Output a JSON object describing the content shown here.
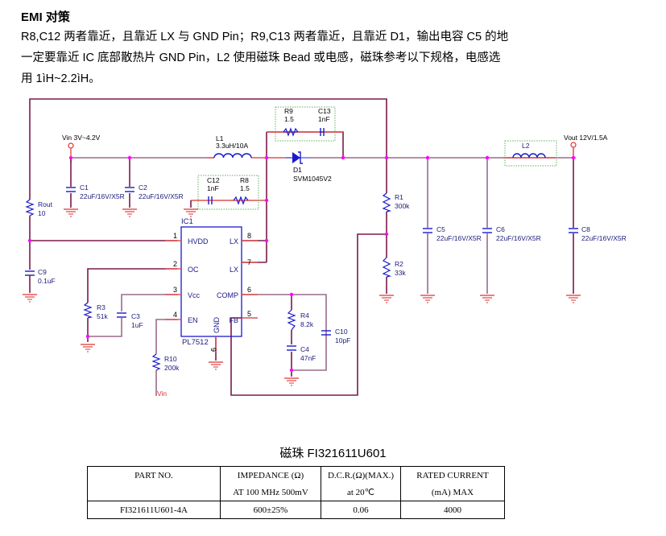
{
  "heading": "EMI 对策",
  "paragraph_lines": [
    "R8,C12 两者靠近，且靠近 LX 与 GND Pin；R9,C13 两者靠近，且靠近 D1，输出电容 C5 的地",
    "一定要靠近 IC 底部散热片 GND Pin，L2 使用磁珠 Bead 或电感，磁珠参考以下规格，电感选",
    "用 1ìH~2.2ìH。"
  ],
  "schematic": {
    "vin_label": "Vin 3V~4.2V",
    "vout_label": "Vout 12V/1.5A",
    "vin_en_label": "Vin",
    "ic": {
      "ref": "IC1",
      "part": "PL7512",
      "pins": [
        {
          "num": "1",
          "name": "HVDD"
        },
        {
          "num": "2",
          "name": "OC"
        },
        {
          "num": "3",
          "name": "Vcc"
        },
        {
          "num": "4",
          "name": "EN"
        },
        {
          "num": "8",
          "name": "LX"
        },
        {
          "num": "7",
          "name": "LX"
        },
        {
          "num": "6",
          "name": "COMP"
        },
        {
          "num": "5",
          "name": "FB"
        },
        {
          "num": "9",
          "name": "GND"
        }
      ]
    },
    "components": {
      "L1": {
        "ref": "L1",
        "value": "3.3uH/10A"
      },
      "L2": {
        "ref": "L2",
        "value": ""
      },
      "D1": {
        "ref": "D1",
        "value": "SVM1045V2"
      },
      "R9": {
        "ref": "R9",
        "value": "1.5"
      },
      "C13": {
        "ref": "C13",
        "value": "1nF"
      },
      "C12": {
        "ref": "C12",
        "value": "1nF"
      },
      "R8": {
        "ref": "R8",
        "value": "1.5"
      },
      "C1": {
        "ref": "C1",
        "value": "22uF/16V/X5R"
      },
      "C2": {
        "ref": "C2",
        "value": "22uF/16V/X5R"
      },
      "Rout": {
        "ref": "Rout",
        "value": "10"
      },
      "C9": {
        "ref": "C9",
        "value": "0.1uF"
      },
      "R3": {
        "ref": "R3",
        "value": "51k"
      },
      "C3": {
        "ref": "C3",
        "value": "1uF"
      },
      "R10": {
        "ref": "R10",
        "value": "200k"
      },
      "R4": {
        "ref": "R4",
        "value": "8.2k"
      },
      "C4": {
        "ref": "C4",
        "value": "47nF"
      },
      "C10": {
        "ref": "C10",
        "value": "10pF"
      },
      "R1": {
        "ref": "R1",
        "value": "300k"
      },
      "R2": {
        "ref": "R2",
        "value": "33k"
      },
      "C5": {
        "ref": "C5",
        "value": "22uF/16V/X5R"
      },
      "C6": {
        "ref": "C6",
        "value": "22uF/16V/X5R"
      },
      "C8": {
        "ref": "C8",
        "value": "22uF/16V/X5R"
      }
    },
    "colors": {
      "wire": "#9b6b8a",
      "wire_dark": "#7a1a4a",
      "component": "#1a1acc",
      "lead": "#e05050",
      "junction": "#ff00ff",
      "ground": "#e03030",
      "dotted_box": "#5fb05f"
    }
  },
  "table": {
    "title": "磁珠 FI321611U601",
    "headers_line1": [
      "PART NO.",
      "IMPEDANCE (Ω)",
      "D.C.R.(Ω)(MAX.)",
      "RATED CURRENT"
    ],
    "headers_line2": [
      "",
      "AT 100 MHz 500mV",
      "at 20℃",
      "(mA) MAX"
    ],
    "rows": [
      [
        "FI321611U601-4A",
        "600±25%",
        "0.06",
        "4000"
      ]
    ]
  }
}
